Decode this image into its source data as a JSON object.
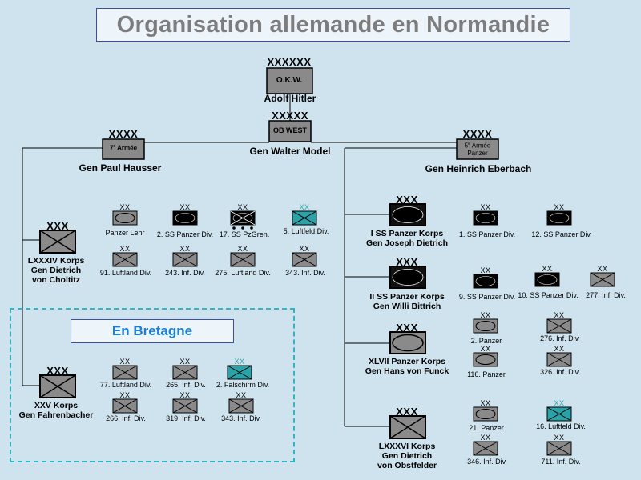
{
  "title": "Organisation allemande en Normandie",
  "bretagne_label": "En Bretagne",
  "colors": {
    "background": "#cfe3ee",
    "symbol_gray": "#8a8a8a",
    "symbol_black": "#000000",
    "luftwaffe_teal": "#2aa3a8",
    "title_text": "#7d7d7d",
    "bretagne_text": "#1a7fd8",
    "frame": "#35b3bf"
  },
  "okw": {
    "echelon": "XXXXXX",
    "box": "O.K.W.",
    "commander": "Adolf Hitler"
  },
  "ob_west": {
    "echelon": "XXXXX",
    "box": "OB WEST",
    "commander": "Gen Walter Model"
  },
  "armee7": {
    "echelon": "XXXX",
    "box": "7e Armée",
    "box_main": "7",
    "box_sup": "e",
    "box_rest": " Armée",
    "commander": "Gen Paul Hausser"
  },
  "armee5": {
    "echelon": "XXXX",
    "box_line1_main": "5",
    "box_line1_sup": "e",
    "box_line1_rest": " Armée",
    "box_line2": "Panzer",
    "commander": "Gen Heinrich Eberbach"
  },
  "lxxxiv": {
    "echelon": "XXX",
    "name_lines": [
      "LXXXIV Korps",
      "Gen Dietrich",
      "von Choltitz"
    ]
  },
  "xxv": {
    "echelon": "XXX",
    "name_lines": [
      "XXV Korps",
      "Gen Fahrenbacher"
    ]
  },
  "i_ss": {
    "echelon": "XXX",
    "name_lines": [
      "I SS Panzer Korps",
      "Gen Joseph Dietrich"
    ]
  },
  "ii_ss": {
    "echelon": "XXX",
    "name_lines": [
      "II SS Panzer Korps",
      "Gen Willi Bittrich"
    ]
  },
  "xlvii": {
    "echelon": "XXX",
    "name_lines": [
      "XLVII Panzer Korps",
      "Gen Hans von Funck"
    ]
  },
  "lxxxvi": {
    "echelon": "XXX",
    "name_lines": [
      "LXXXVI Korps",
      "Gen Dietrich",
      "von Obstfelder"
    ]
  },
  "div_echelon": "XX",
  "divisions": {
    "panzer_lehr": "Panzer Lehr",
    "ss2": "2. SS Panzer Div.",
    "ss17": "17. SS PzGren.",
    "luft5": "5. Luftfeld Div.",
    "luft91": "91. Luftland Div.",
    "inf243": "243. Inf. Div.",
    "luft275": "275. Luftland Div.",
    "inf343a": "343. Inf. Div.",
    "luft77": "77. Luftland Div.",
    "inf265": "265. Inf. Div.",
    "fall2": "2. Falschirm Div.",
    "inf266": "266. Inf. Div.",
    "inf319": "319. Inf. Div.",
    "inf343b": "343. Inf. Div.",
    "ss1": "1. SS Panzer Div.",
    "ss12": "12. SS Panzer Div.",
    "ss9": "9. SS Panzer Div.",
    "ss10": "10. SS Panzer Div.",
    "inf277": "277. Inf. Div.",
    "pz2": "2. Panzer",
    "inf276": "276. Inf. Div.",
    "pz116": "116. Panzer",
    "inf326": "326. Inf. Div.",
    "pz21": "21. Panzer",
    "luft16": "16. Luftfeld Div.",
    "inf346": "346. Inf. Div.",
    "inf711": "711. Inf. Div."
  }
}
